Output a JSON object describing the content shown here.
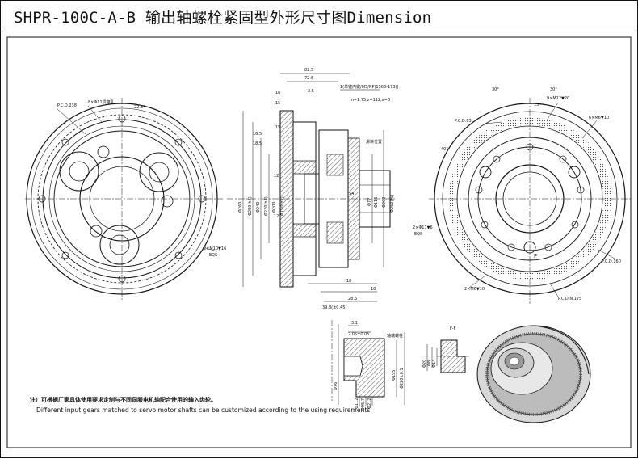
{
  "title": "SHPR-100C-A-B 输出轴螺栓紧固型外形尺寸图Dimension",
  "notes": {
    "chinese": "注）可根据厂家具体使用要求定制与不同伺服电机轴配合使用的输入齿轮。",
    "english": "Different input gears matched to servo motor shafts can be customized according to the using requirements."
  },
  "front_view_left": {
    "pcd_label": "P.C.D.238",
    "hole_label": "8×Φ11贯穿孔",
    "angle_label": "22.5°",
    "thread_label": "2×M10▼16",
    "eqs_label": "EQS"
  },
  "section_view": {
    "dims_top": [
      "82.5",
      "72.6",
      "15",
      "16",
      "3.5",
      "15",
      "16.5",
      "18.5"
    ],
    "shaft_annotation": "1(单键内键/M5/RP(1568-173))",
    "gear_module": "m=1.75,z=112,a=0",
    "phone_label": "滑块位置",
    "dims_left": [
      "Φ260",
      "Φ250(h7)",
      "Φ240",
      "Φ230(h7)",
      "Φ200",
      "Φ190(h7)"
    ],
    "dims_right": [
      "Φ77",
      "Φ116",
      "Φ202",
      "Φ260(f6)"
    ],
    "dims_mid": [
      "54",
      "12",
      "12",
      "18"
    ],
    "dims_bottom": [
      "18",
      "28.5",
      "39.8(±0.45)"
    ]
  },
  "front_view_right": {
    "pcd_label_top": "P.C.D.83",
    "thread_top": "9×M12▼20",
    "thread_right": "6×M6▼10",
    "angles": [
      "30°",
      "30°",
      "15°",
      "40°"
    ],
    "pcd_right": "P.C.D.160",
    "hole_left": "2×Φ11▼6",
    "eqs_label": "EQS",
    "thread_bottom": "2×M6▼10",
    "pcd_bottom": "P.C.D.N.175",
    "label_f": "F"
  },
  "detail_view": {
    "dims": [
      "3.1",
      "2.05±0.05",
      "Φ76",
      "Φ112",
      "Φ95.7",
      "Φ212",
      "Φ220±0.1",
      "Φ195"
    ],
    "label": "轴端螺栓"
  },
  "section_ff": {
    "label": "F-F",
    "dims": [
      "Φ8",
      "Φ14",
      "Φ20"
    ]
  },
  "colors": {
    "line": "#111111",
    "hatch": "#333333",
    "background": "#ffffff"
  }
}
